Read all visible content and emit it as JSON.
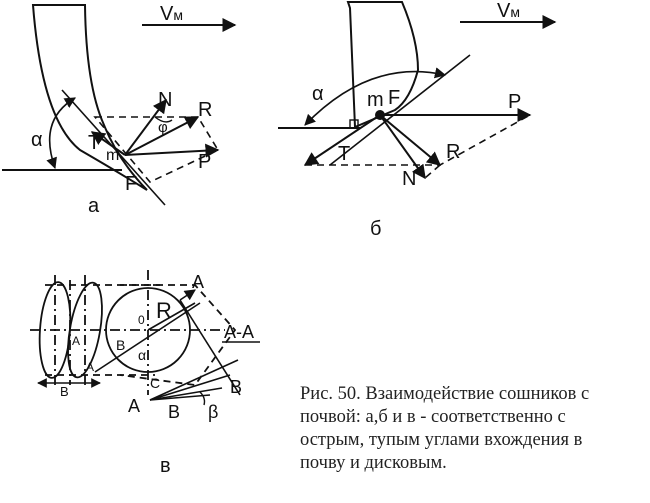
{
  "diagram_a": {
    "label": "а",
    "velocity": "V",
    "velocity_sub": "м",
    "angle_alpha": "α",
    "angle_phi": "φ",
    "force_n": "N",
    "force_r": "R",
    "force_t": "T",
    "force_p": "P",
    "point_m": "m",
    "point_f": "F"
  },
  "diagram_b": {
    "label": "б",
    "velocity": "V",
    "velocity_sub": "м",
    "angle_alpha": "α",
    "point_m": "m",
    "point_f": "F",
    "force_p": "P",
    "force_t": "T",
    "force_r": "R",
    "force_n": "N"
  },
  "diagram_v": {
    "label": "в",
    "mark_a_top": "A",
    "mark_a_bottom": "A",
    "section_label": "A-A",
    "radius_r": "R",
    "center_o": "0",
    "point_b": "B",
    "point_c": "C",
    "angle_alpha": "α",
    "left_a1": "A",
    "left_a2": "A",
    "left_b": "B",
    "point_b_lower": "B",
    "point_b_right": "B",
    "angle_beta": "β"
  },
  "caption": {
    "line1": "Рис. 50. Взаимодействие сошников с",
    "line2": "почвой: а,б и в - соответственно с",
    "line3": "острым, тупым углами вхождения в",
    "line4": "почву и дисковым."
  }
}
